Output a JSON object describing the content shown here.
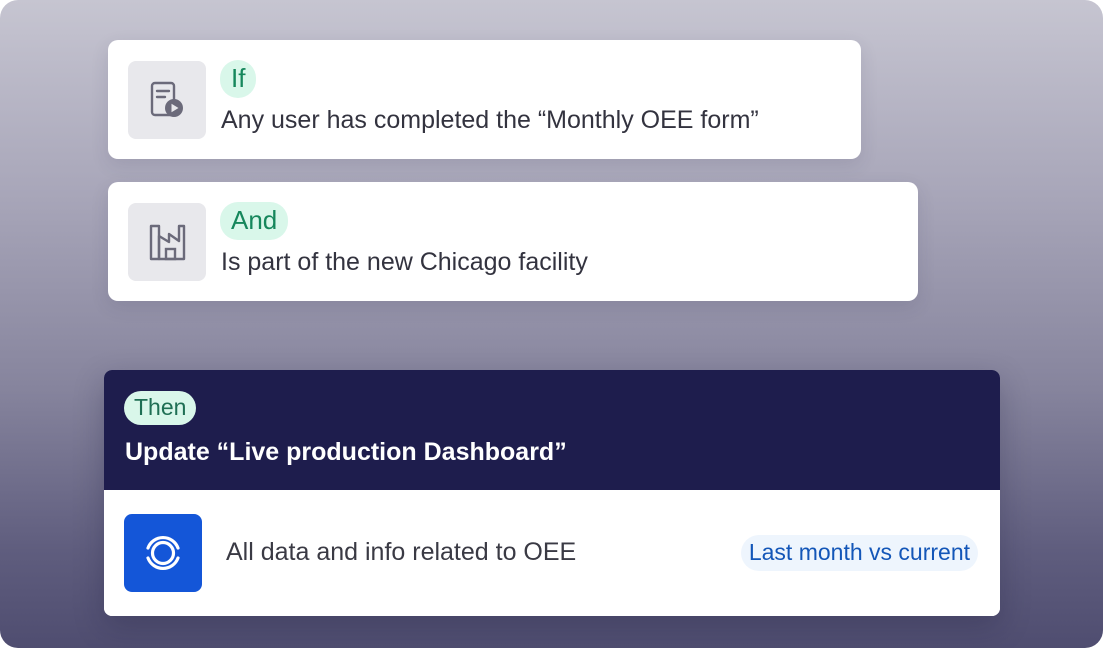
{
  "conditions": {
    "if": {
      "badge": "If",
      "text": "Any user has completed the “Monthly OEE form”",
      "icon": "form-play-icon"
    },
    "and": {
      "badge": "And",
      "text": "Is part of the new Chicago facility",
      "icon": "factory-icon"
    }
  },
  "action": {
    "badge": "Then",
    "title": "Update “Live production Dashboard”",
    "body_text": "All data and info related to OEE",
    "tag": "Last month vs current",
    "icon": "app-logo-icon"
  },
  "colors": {
    "badge_green_bg": "#d9f7ea",
    "badge_green_text": "#16875c",
    "then_header_bg": "#1e1d4d",
    "app_tile_blue": "#1456d8",
    "tag_blue_text": "#1356b8"
  }
}
